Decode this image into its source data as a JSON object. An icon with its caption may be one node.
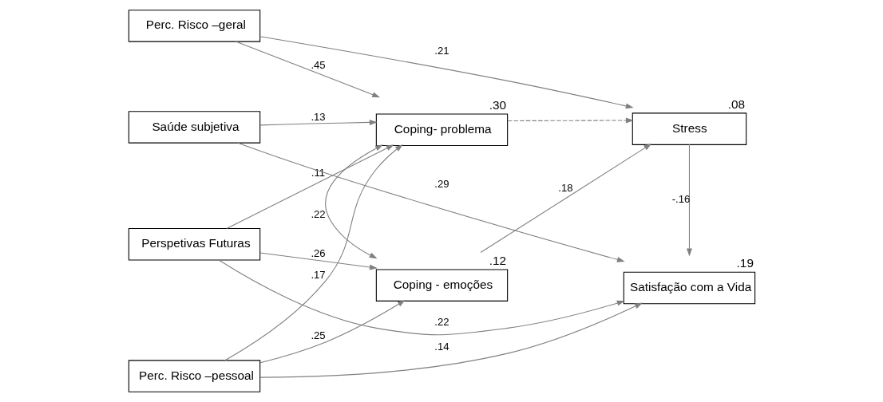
{
  "diagram": {
    "nodes": [
      {
        "text": [
          "Perspetivas Futuras"
        ]
      },
      {
        "text": [
          "Saúde subjetiva"
        ]
      },
      {
        "text": [
          "Perc. Risco –pessoal"
        ]
      },
      {
        "text": [
          "Perc. Risco –geral"
        ]
      },
      {
        "text": [
          "Coping- problema"
        ],
        "beside": [
          ".30"
        ]
      },
      {
        "text": [
          "Coping - emoções"
        ],
        "beside": [
          ".12"
        ]
      },
      {
        "text": [
          "Satisfação com a Vida"
        ],
        "beside": [
          ".19"
        ]
      },
      {
        "text": [
          "Stress"
        ],
        "beside": [
          ".08"
        ]
      }
    ],
    "edges": [
      {
        "from": 0,
        "to": 6,
        "arrow": "to",
        "label": ".22"
      },
      {
        "from": 0,
        "to": 4,
        "arrow": "to",
        "label": ".11"
      },
      {
        "from": 0,
        "to": 5,
        "arrow": "to",
        "label": ".26"
      },
      {
        "from": 1,
        "to": 6,
        "arrow": "to",
        "label": ".29"
      },
      {
        "from": 1,
        "to": 4,
        "arrow": "to",
        "label": ".13"
      },
      {
        "from": 2,
        "to": 4,
        "arrow": "to",
        "label": ".17"
      },
      {
        "from": 2,
        "to": 6,
        "arrow": "to",
        "label": ".14"
      },
      {
        "from": 2,
        "to": 5,
        "arrow": "to",
        "label": ".25"
      },
      {
        "from": 3,
        "to": 4,
        "arrow": "to",
        "label": ".45"
      },
      {
        "from": 3,
        "to": 7,
        "arrow": "to",
        "label": ".21"
      },
      {
        "from": 4,
        "to": 5,
        "arrow": "both",
        "label": ".22"
      },
      {
        "from": 4,
        "to": 7,
        "arrow": "to",
        "style": "dashed"
      },
      {
        "from": 5,
        "to": 7,
        "arrow": "to",
        "label": ".18"
      },
      {
        "from": 7,
        "to": 6,
        "arrow": "to",
        "label": "-.16"
      }
    ]
  }
}
